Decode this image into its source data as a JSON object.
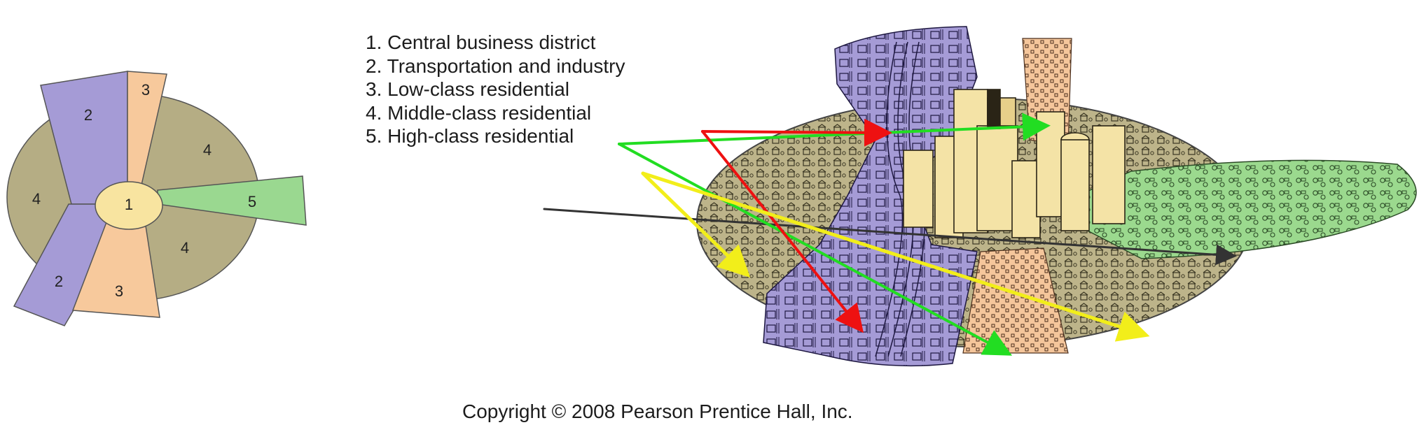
{
  "legend": {
    "items": [
      "1. Central business district",
      "2. Transportation and industry",
      "3. Low-class residential",
      "4. Middle-class residential",
      "5. High-class residential"
    ]
  },
  "model_labels": {
    "cbd": "1",
    "transport_top": "2",
    "transport_bottom": "2",
    "low_top": "3",
    "low_bottom": "3",
    "middle_left": "4",
    "middle_top": "4",
    "middle_bottom": "4",
    "high": "5"
  },
  "copyright": "Copyright © 2008 Pearson Prentice Hall, Inc.",
  "colors": {
    "cbd": "#f8e4a0",
    "transport": "#a59bd6",
    "low_class": "#f7c99c",
    "middle_class": "#b5ad84",
    "high_class": "#9ad890",
    "arrow_green": "#22dd22",
    "arrow_red": "#ee1111",
    "arrow_yellow": "#f2ee1a",
    "arrow_black": "#333333"
  }
}
